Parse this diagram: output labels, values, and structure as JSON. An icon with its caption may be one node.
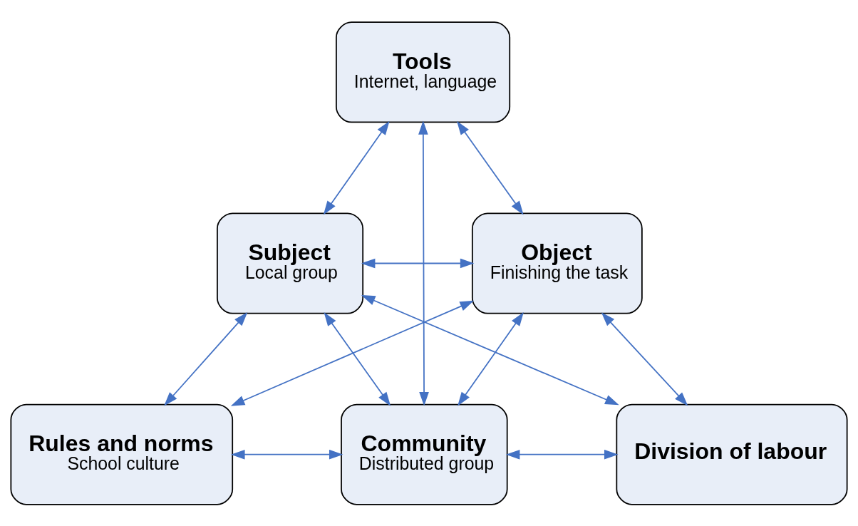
{
  "diagram": {
    "nodes": [
      {
        "text": [
          "Tools",
          "Internet, language"
        ]
      },
      {
        "text": [
          "Subject",
          "Local group"
        ]
      },
      {
        "text": [
          "Object",
          "Finishing the task"
        ]
      },
      {
        "text": [
          "Rules and norms",
          "School culture"
        ]
      },
      {
        "text": [
          "Community",
          "Distributed group"
        ]
      },
      {
        "text": [
          "Division of labour"
        ]
      }
    ],
    "edges": [
      {
        "from": 0,
        "to": 1,
        "arrow": "both"
      },
      {
        "from": 0,
        "to": 2,
        "arrow": "both"
      },
      {
        "from": 0,
        "to": 4,
        "arrow": "both"
      },
      {
        "from": 1,
        "to": 2,
        "arrow": "both"
      },
      {
        "from": 1,
        "to": 3,
        "arrow": "both"
      },
      {
        "from": 1,
        "to": 4,
        "arrow": "both"
      },
      {
        "from": 1,
        "to": 5,
        "arrow": "both"
      },
      {
        "from": 2,
        "to": 3,
        "arrow": "both"
      },
      {
        "from": 2,
        "to": 4,
        "arrow": "both"
      },
      {
        "from": 2,
        "to": 5,
        "arrow": "both"
      },
      {
        "from": 3,
        "to": 4,
        "arrow": "both"
      },
      {
        "from": 4,
        "to": 5,
        "arrow": "both"
      }
    ]
  }
}
